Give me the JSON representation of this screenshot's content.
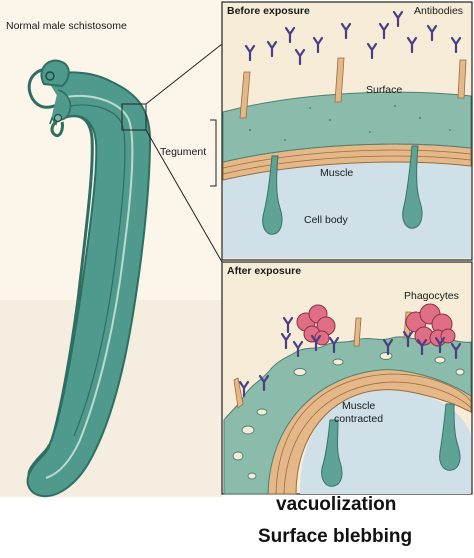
{
  "left_panel": {
    "worm_label": "Normal male schistosome",
    "tegument_label": "Tegument"
  },
  "before_panel": {
    "title": "Before exposure",
    "antibodies_label": "Antibodies",
    "surface_label": "Surface",
    "muscle_label": "Muscle",
    "cell_body_label": "Cell body"
  },
  "after_panel": {
    "title": "After exposure",
    "phagocytes_label": "Phagocytes",
    "muscle_label_line1": "Muscle",
    "muscle_label_line2": "contracted"
  },
  "captions": {
    "line1": "vacuolization",
    "line2": "Surface blebbing"
  },
  "colors": {
    "worm_green": "#4f9a8c",
    "tegument_green": "#8bbcab",
    "panel_bg": "#f6ecd8",
    "muscle_tan": "#e4b888",
    "cell_blue": "#cfe0e8",
    "antibody_purple": "#4a3f86",
    "phagocyte_pink": "#e06f86"
  }
}
